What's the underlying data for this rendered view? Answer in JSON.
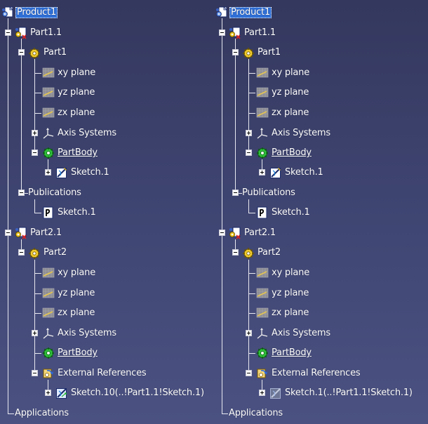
{
  "colors": {
    "background_top": "#34385e",
    "background_bottom": "#4b5282",
    "selection": "#2f6fd6",
    "tree_lines": "#e8e8f0"
  },
  "left_tree": {
    "product": "Product1",
    "part1_instance": "Part1.1",
    "part1": "Part1",
    "part1_xy": "xy plane",
    "part1_yz": "yz plane",
    "part1_zx": "zx plane",
    "part1_axis": "Axis Systems",
    "part1_body": "PartBody",
    "part1_body_sketch": "Sketch.1",
    "publications": "Publications",
    "publication_sketch": "Sketch.1",
    "part2_instance": "Part2.1",
    "part2": "Part2",
    "part2_xy": "xy plane",
    "part2_yz": "yz plane",
    "part2_zx": "zx plane",
    "part2_axis": "Axis Systems",
    "part2_body": "PartBody",
    "external_refs": "External References",
    "external_sketch": "Sketch.10(..!Part1.1!Sketch.1)",
    "applications": "Applications"
  },
  "right_tree": {
    "product": "Product1",
    "part1_instance": "Part1.1",
    "part1": "Part1",
    "part1_xy": "xy plane",
    "part1_yz": "yz plane",
    "part1_zx": "zx plane",
    "part1_axis": "Axis Systems",
    "part1_body": "PartBody",
    "part1_body_sketch": "Sketch.1",
    "publications": "Publications",
    "publication_sketch": "Sketch.1",
    "part2_instance": "Part2.1",
    "part2": "Part2",
    "part2_xy": "xy plane",
    "part2_yz": "yz plane",
    "part2_zx": "zx plane",
    "part2_axis": "Axis Systems",
    "part2_body": "PartBody",
    "external_refs": "External References",
    "external_sketch": "Sketch.1(..!Part1.1!Sketch.1)",
    "applications": "Applications"
  }
}
